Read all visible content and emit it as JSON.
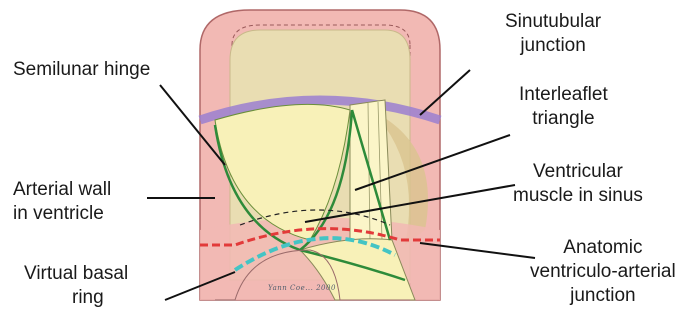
{
  "labels": {
    "semilunar_hinge": "Semilunar hinge",
    "sinutubular_junction": [
      "Sinutubular",
      "junction"
    ],
    "interleaflet_triangle": [
      "Interleaflet",
      "triangle"
    ],
    "arterial_wall": [
      "Arterial wall",
      "in ventricle"
    ],
    "ventricular_muscle": [
      "Ventricular",
      "muscle in sinus"
    ],
    "anatomic_junction": [
      "Anatomic",
      "ventriculo-arterial",
      "junction"
    ],
    "virtual_basal_ring": [
      "Virtual basal",
      "ring"
    ]
  },
  "signature": "Yann Coe... 2000",
  "colors": {
    "wall": "#f2b9b4",
    "wall_edge": "#b06868",
    "inner_wall": "#e8dcb0",
    "leaflet": "#f8f1b8",
    "hinge_line": "#2e8b3a",
    "sinutubular_band": "#9b7fd0",
    "basal_ring": "#44c4c4",
    "anatomic_junction": "#e23a3a",
    "leader_line": "#111111"
  }
}
